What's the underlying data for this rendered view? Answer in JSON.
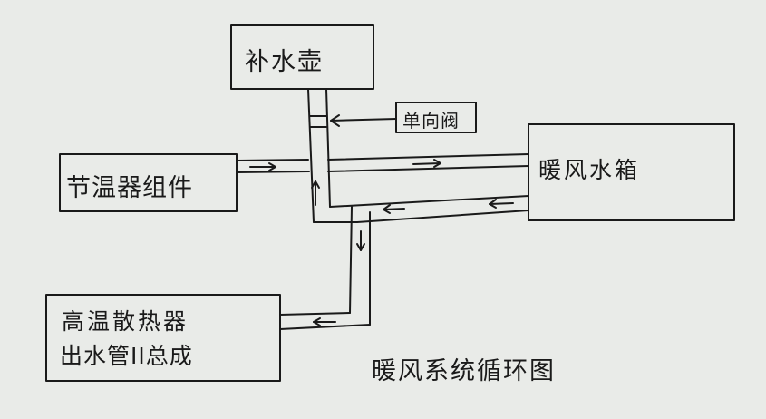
{
  "boxes": {
    "expansion_tank": "补水壶",
    "thermostat_assembly": "节温器组件",
    "heater_core": "暖风水箱",
    "radiator_outlet_line1": "高温散热器",
    "radiator_outlet_line2": "出水管II总成"
  },
  "callout": {
    "check_valve": "单向阀"
  },
  "caption": "暖风系统循环图",
  "colors": {
    "ink": "#1a1a1a",
    "paper": "#e9ebe8"
  }
}
